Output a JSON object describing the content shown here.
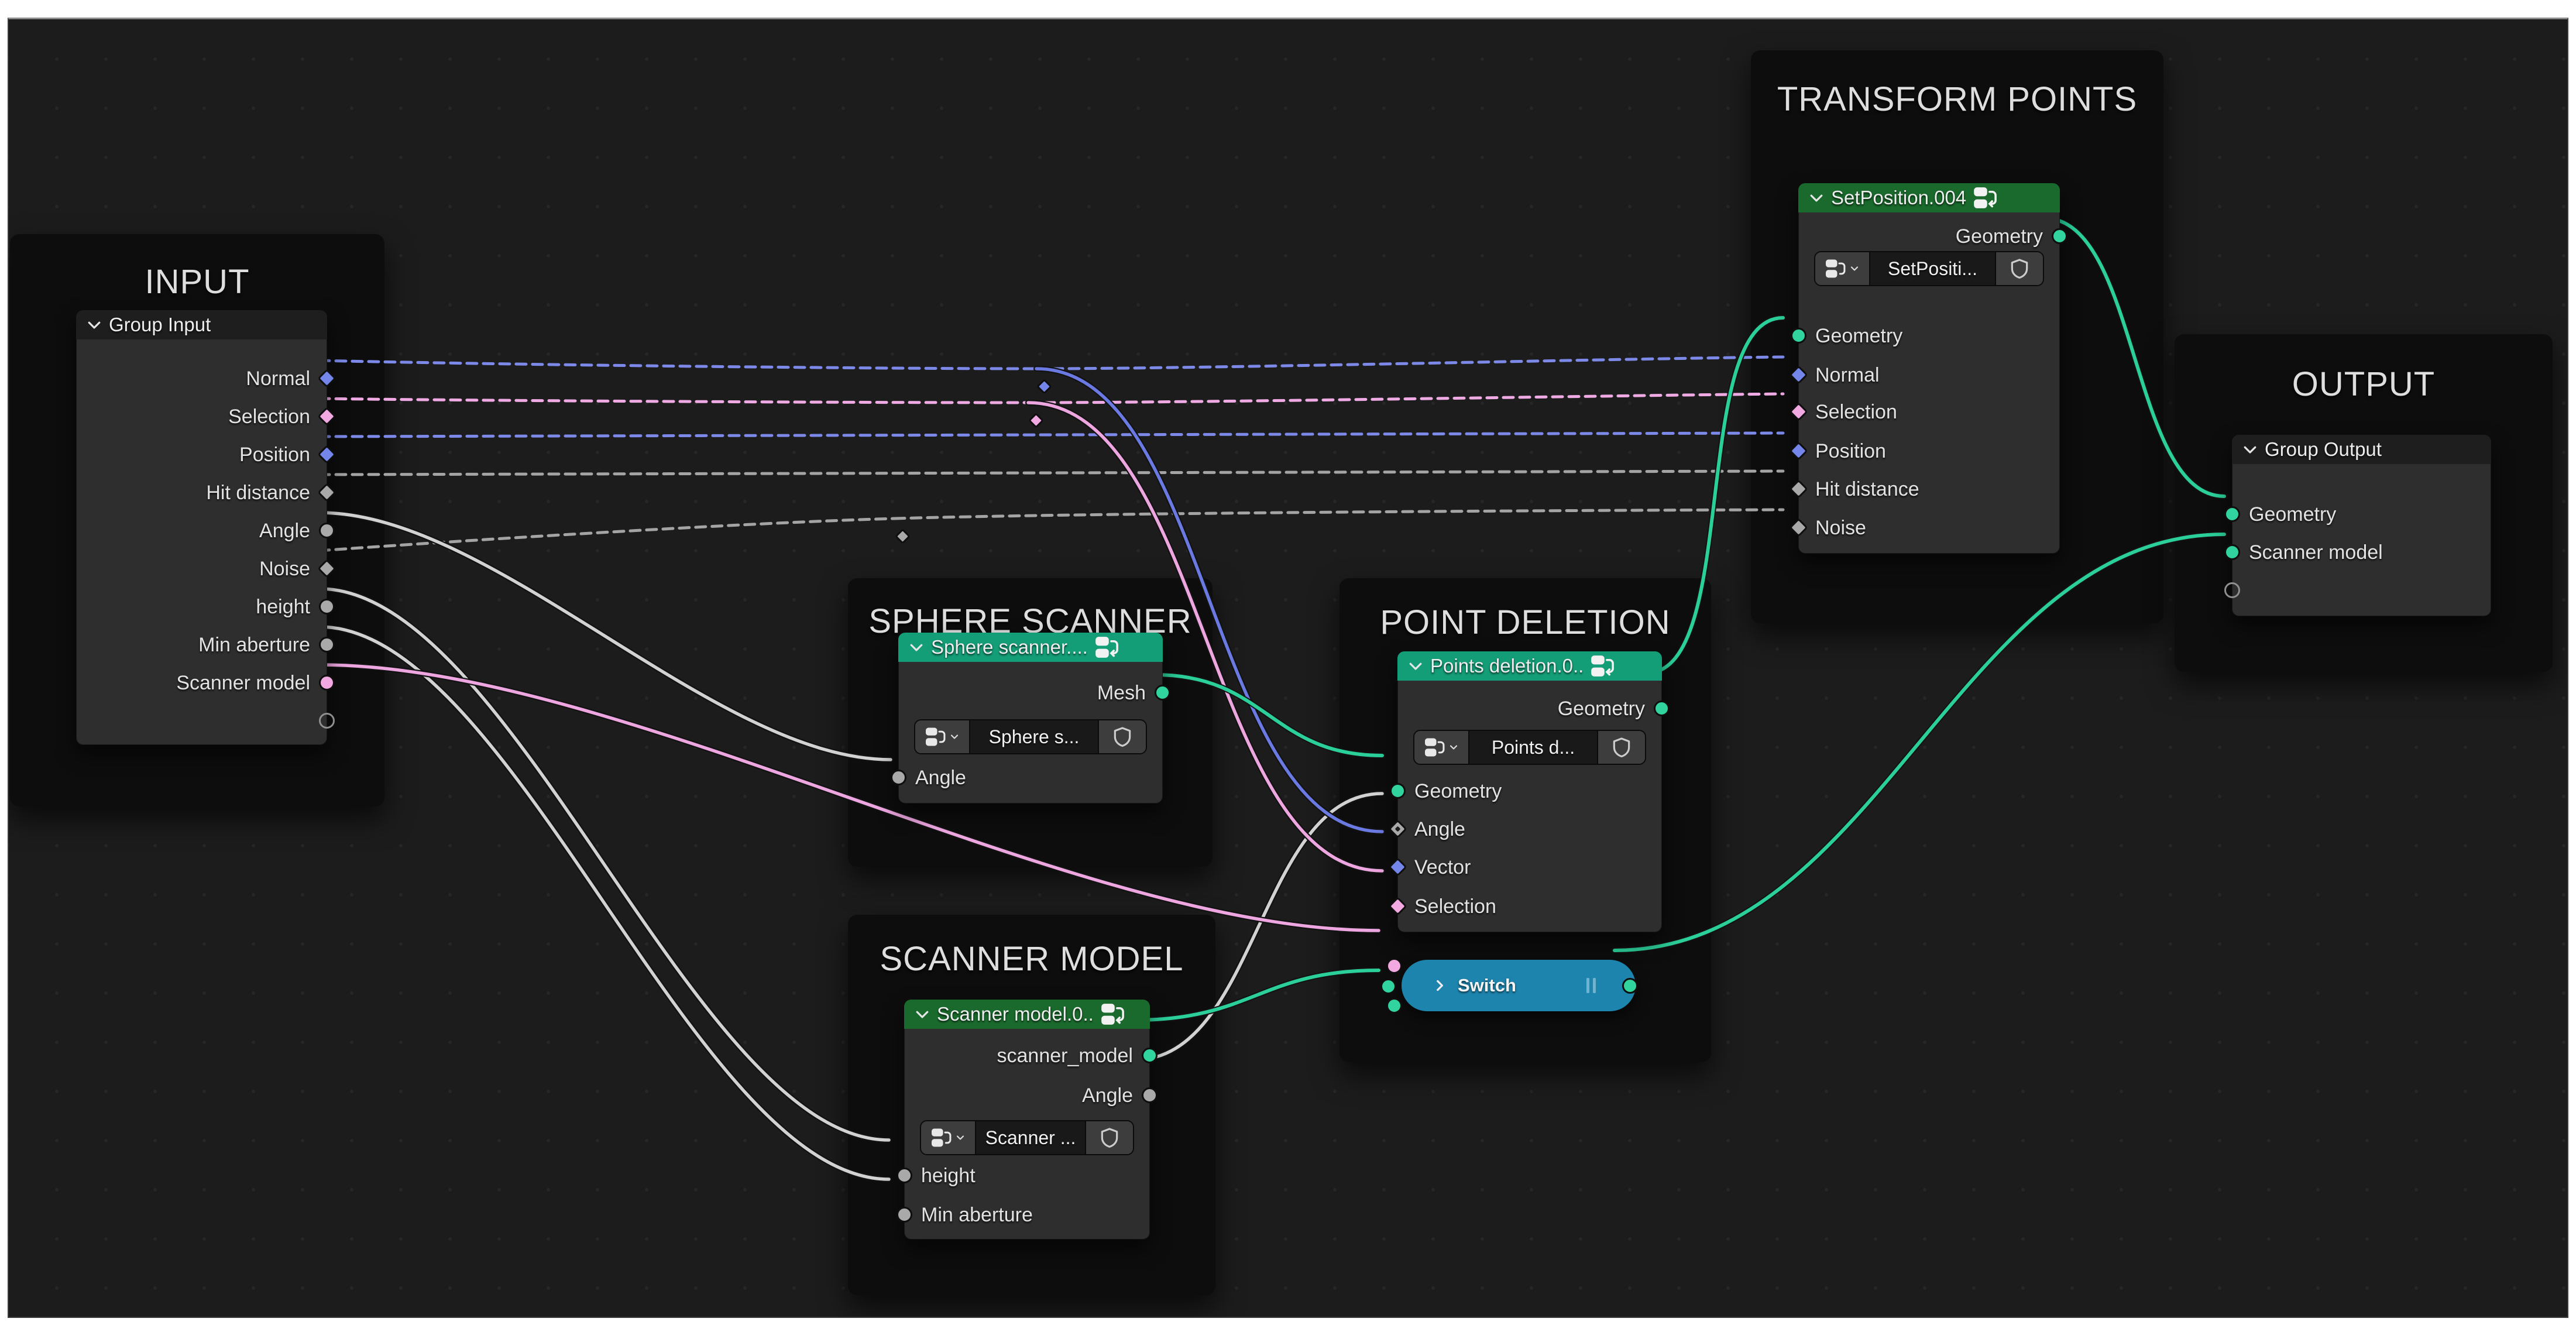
{
  "editor": {
    "type": "blender-geometry-node-editor",
    "scrollbar_horizontal": true
  },
  "colors": {
    "page_margin": "#ffffff",
    "editor_background": "#1c1c1c",
    "frame_background": "#0d0d0d",
    "node_body": "#2e2e2e",
    "node_header_gray": "#1e1e1e",
    "node_header_green": "#1a6a2d",
    "node_header_teal": "#149e78",
    "switch_blue": "#1d84ad",
    "socket_geometry_green": "#31d39e",
    "socket_vector_blue": "#7486ea",
    "socket_boolean_pink": "#f2a9e2",
    "socket_value_gray": "#a9a9a9",
    "wire_green": "#2bcf9a",
    "wire_gray": "#d2d2d2",
    "wire_pink": "#eda6e0",
    "wire_blue": "#6b7ae2"
  },
  "icons": {
    "chevron_down": "collapse-arrow",
    "chevron_right": "expand-arrow",
    "node_group": "nodetree",
    "shield": "fake-user-shield",
    "grip": "parallel-bars"
  },
  "frames": {
    "input": {
      "title": "INPUT"
    },
    "sphere_scanner": {
      "title": "SPHERE SCANNER"
    },
    "scanner_model": {
      "title": "SCANNER MODEL"
    },
    "point_deletion": {
      "title": "POINT DELETION"
    },
    "transform_points": {
      "title": "TRANSFORM POINTS"
    },
    "output": {
      "title": "OUTPUT"
    }
  },
  "nodes": {
    "group_input": {
      "header": "Group Input",
      "outputs": [
        "Normal",
        "Selection",
        "Position",
        "Hit distance",
        "Angle",
        "Noise",
        "height",
        "Min aberture",
        "Scanner model"
      ]
    },
    "sphere_scanner": {
      "header": "Sphere scanner....",
      "outputs": [
        "Mesh"
      ],
      "dropdown": "Sphere s...",
      "inputs": [
        "Angle"
      ]
    },
    "scanner_model": {
      "header": "Scanner model.0..",
      "outputs": [
        "scanner_model",
        "Angle"
      ],
      "dropdown": "Scanner ...",
      "inputs": [
        "height",
        "Min aberture"
      ]
    },
    "points_deletion": {
      "header": "Points deletion.0..",
      "outputs": [
        "Geometry"
      ],
      "dropdown": "Points d...",
      "inputs": [
        "Geometry",
        "Angle",
        "Vector",
        "Selection"
      ]
    },
    "switch": {
      "label": "Switch"
    },
    "set_position": {
      "header": "SetPosition.004",
      "outputs": [
        "Geometry"
      ],
      "dropdown": "SetPositi...",
      "inputs": [
        "Geometry",
        "Normal",
        "Selection",
        "Position",
        "Hit distance",
        "Noise"
      ]
    },
    "group_output": {
      "header": "Group Output",
      "inputs": [
        "Geometry",
        "Scanner model"
      ]
    }
  },
  "connections": [
    {
      "from": "Group Input.Normal",
      "to": "SetPosition.004.Normal",
      "via_reroute": true,
      "style": "dashed-blue"
    },
    {
      "from": "Group Input.Normal reroute",
      "to": "Points deletion.Vector",
      "style": "blue"
    },
    {
      "from": "Group Input.Selection",
      "to": "SetPosition.004.Selection",
      "via_reroute": true,
      "style": "dashed-pink"
    },
    {
      "from": "Group Input.Selection reroute",
      "to": "Points deletion.Selection",
      "style": "pink"
    },
    {
      "from": "Group Input.Position",
      "to": "SetPosition.004.Position",
      "style": "dashed-blue"
    },
    {
      "from": "Group Input.Hit distance",
      "to": "SetPosition.004.Hit distance",
      "style": "dashed-gray"
    },
    {
      "from": "Group Input.Noise",
      "to": "SetPosition.004.Noise",
      "via_reroute": true,
      "style": "dashed-gray"
    },
    {
      "from": "Group Input.Angle",
      "to": "Sphere scanner.Angle",
      "style": "gray"
    },
    {
      "from": "Group Input.height",
      "to": "Scanner model.height",
      "style": "gray"
    },
    {
      "from": "Group Input.Min aberture",
      "to": "Scanner model.Min aberture",
      "style": "gray"
    },
    {
      "from": "Group Input.Scanner model",
      "to": "Switch.Switch",
      "style": "pink"
    },
    {
      "from": "Sphere scanner.Mesh",
      "to": "Points deletion.Geometry",
      "style": "green"
    },
    {
      "from": "Scanner model.scanner_model",
      "to": "Switch.True",
      "style": "green"
    },
    {
      "from": "Scanner model.Angle",
      "to": "Points deletion.Angle",
      "style": "gray"
    },
    {
      "from": "Points deletion.Geometry",
      "to": "SetPosition.004.Geometry",
      "style": "green"
    },
    {
      "from": "SetPosition.004.Geometry",
      "to": "Group Output.Geometry",
      "style": "green"
    },
    {
      "from": "Switch.Output",
      "to": "Group Output.Scanner model",
      "style": "green"
    }
  ]
}
